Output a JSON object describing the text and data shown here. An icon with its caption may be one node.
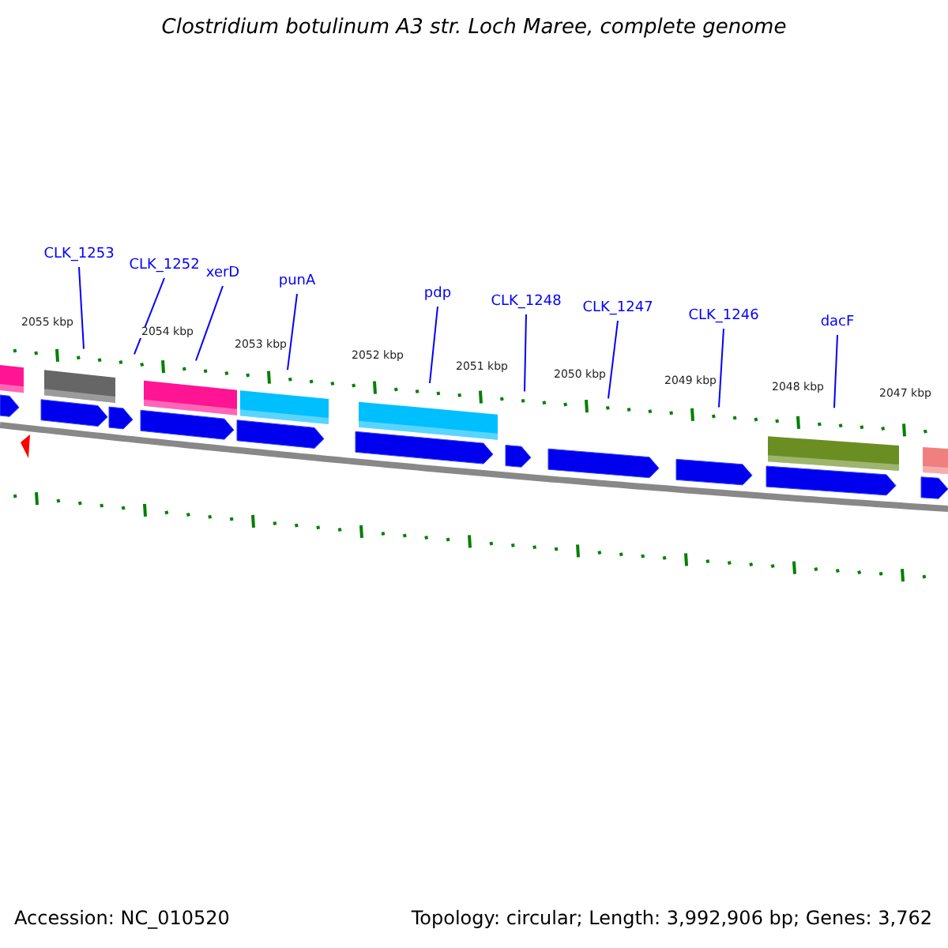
{
  "diagram": {
    "title": "Clostridium botulinum A3 str. Loch Maree, complete genome",
    "nodes": [
      {
        "text": [
          "CLK_1253"
        ]
      },
      {
        "text": [
          "CLK_1252"
        ]
      },
      {
        "text": [
          "xerD"
        ]
      },
      {
        "text": [
          "punA"
        ]
      },
      {
        "text": [
          "pdp"
        ]
      },
      {
        "text": [
          "CLK_1248"
        ]
      },
      {
        "text": [
          "CLK_1247"
        ]
      },
      {
        "text": [
          "CLK_1246"
        ]
      },
      {
        "text": [
          "dacF"
        ]
      }
    ],
    "edges": [
      {
        "from": 0,
        "to": null,
        "arrow": "none"
      },
      {
        "from": 1,
        "to": null,
        "arrow": "none"
      },
      {
        "from": 2,
        "to": null,
        "arrow": "none"
      },
      {
        "from": 3,
        "to": null,
        "arrow": "none"
      },
      {
        "from": 4,
        "to": null,
        "arrow": "none"
      },
      {
        "from": 5,
        "to": null,
        "arrow": "none"
      },
      {
        "from": 6,
        "to": null,
        "arrow": "none"
      },
      {
        "from": 7,
        "to": null,
        "arrow": "none"
      },
      {
        "from": 8,
        "to": null,
        "arrow": "none"
      }
    ],
    "labels": [
      "2055 kbp",
      "2054 kbp",
      "2053 kbp",
      "2052 kbp",
      "2051 kbp",
      "2050 kbp",
      "2049 kbp",
      "2048 kbp",
      "2047 kbp",
      "Accession: NC_010520",
      "Topology: circular; Length: 3,992,906 bp; Genes: 3,762"
    ]
  }
}
